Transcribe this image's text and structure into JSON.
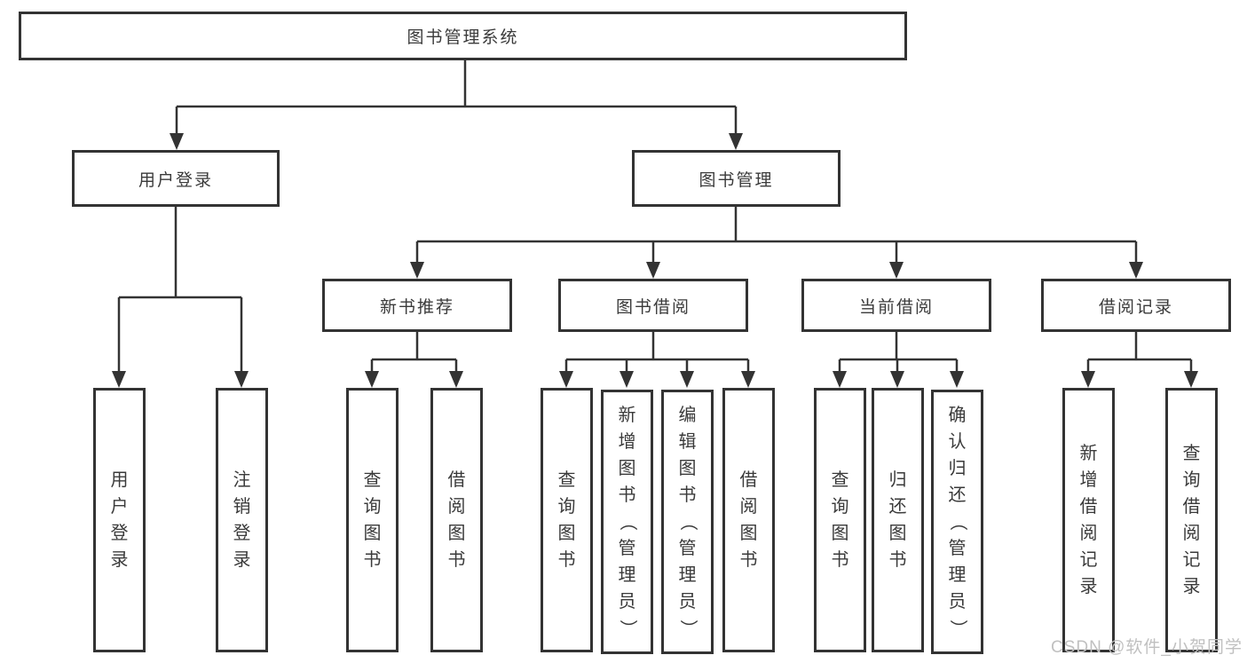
{
  "diagram": {
    "root_label": "图书管理系统",
    "level2": {
      "user_login": {
        "label": "用户登录",
        "children": [
          "用户登录",
          "注销登录"
        ]
      },
      "book_management": {
        "label": "图书管理",
        "level3": {
          "new_book_recommend": {
            "label": "新书推荐",
            "children": [
              "查询图书",
              "借阅图书"
            ]
          },
          "book_borrowing": {
            "label": "图书借阅",
            "children": [
              "查询图书",
              "新增图书（管理员）",
              "编辑图书（管理员）",
              "借阅图书"
            ]
          },
          "current_borrowing": {
            "label": "当前借阅",
            "children": [
              "查询图书",
              "归还图书",
              "确认归还（管理员）"
            ]
          },
          "borrowing_records": {
            "label": "借阅记录",
            "children": [
              "新增借阅记录",
              "查询借阅记录"
            ]
          }
        }
      }
    },
    "watermark": "CSDN @软件_小贺同学",
    "colors": {
      "line": "#333333",
      "box_border": "#333333",
      "box_fill": "#ffffff",
      "text": "#3a3a3a",
      "watermark": "#c0c0c0"
    }
  }
}
